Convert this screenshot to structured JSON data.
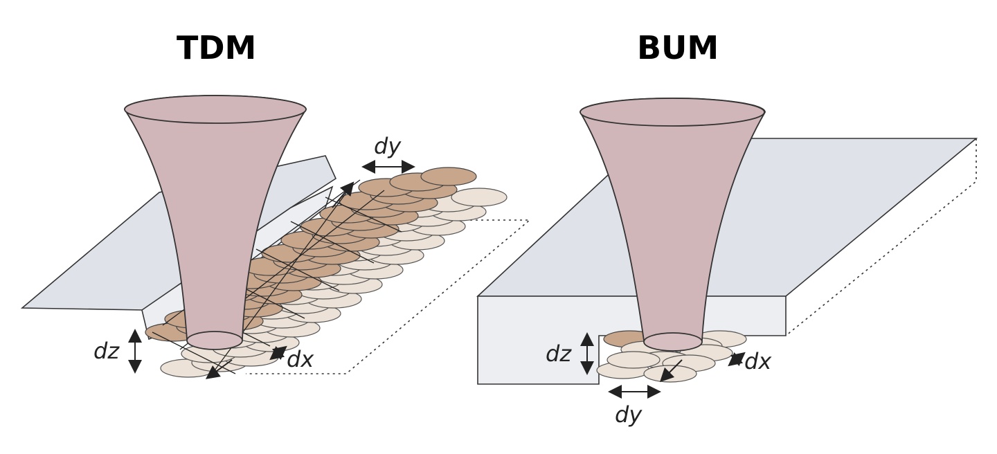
{
  "panels": {
    "left": {
      "title": "TDM",
      "dy_label": "dy",
      "dz_label": "dz",
      "dx_label": "dx"
    },
    "right": {
      "title": "BUM",
      "dy_label": "dy",
      "dz_label": "dz",
      "dx_label": "dx"
    }
  },
  "colors": {
    "cone": "#d0b6b9",
    "slab": "#dfe3e9",
    "spot_dark": "#c8a68c",
    "spot_light": "#ece2d7"
  }
}
